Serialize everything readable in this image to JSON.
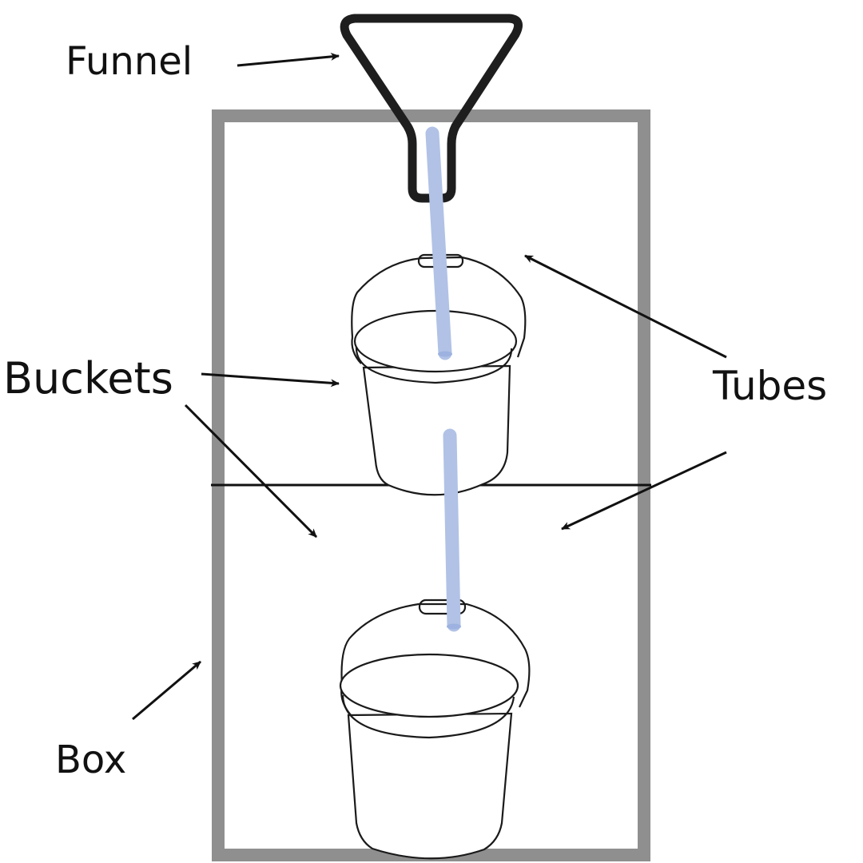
{
  "labels": {
    "funnel": "Funnel",
    "buckets": "Buckets",
    "tubes": "Tubes",
    "box": "Box"
  },
  "colors": {
    "box_frame": "#8f8f8f",
    "tube": "#b1c2e6",
    "outline": "#1a1a1a"
  }
}
